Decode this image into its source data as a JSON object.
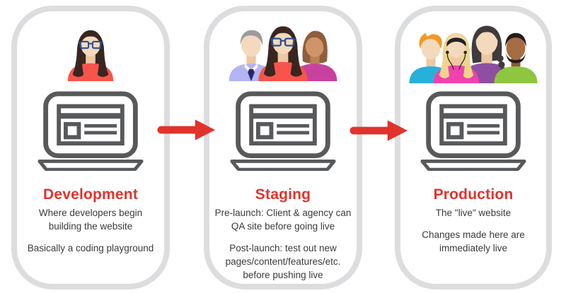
{
  "colors": {
    "accent_red": "#e1332c",
    "card_border": "#dcdddf",
    "laptop_gray": "#58595b",
    "text_dark": "#3a3a3a",
    "shirt_red": "#f8544b"
  },
  "cards": [
    {
      "id": "development",
      "title": "Development",
      "paragraphs": [
        "Where developers begin\nbuilding the website",
        "Basically a coding playground"
      ],
      "avatars": [
        "woman-dark-hair-glasses-red-shirt"
      ],
      "icon": "laptop-browser-icon"
    },
    {
      "id": "staging",
      "title": "Staging",
      "paragraphs": [
        "Pre-launch: Client & agency can\nQA site before going live",
        "Post-launch: test out new\npages/content/features/etc.\nbefore pushing live"
      ],
      "avatars": [
        "gray-hair-man-tie",
        "woman-dark-hair-glasses-red-shirt",
        "short-hair-woman-magenta-shirt"
      ],
      "icon": "laptop-browser-icon"
    },
    {
      "id": "production",
      "title": "Production",
      "paragraphs": [
        "The \"live\" website",
        "Changes made here are\nimmediately live"
      ],
      "avatars": [
        "orange-hair-man-cyan-shirt",
        "blonde-woman-headphones-pink-shirt",
        "dark-hair-braid-woman-purple-shirt",
        "bearded-man-green-shirt"
      ],
      "icon": "laptop-browser-icon"
    }
  ],
  "arrows": [
    {
      "name": "arrow-development-to-staging"
    },
    {
      "name": "arrow-staging-to-production"
    }
  ]
}
